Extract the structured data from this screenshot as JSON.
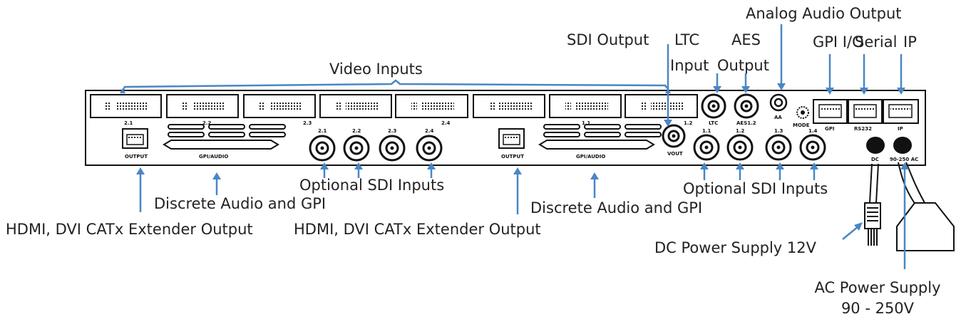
{
  "colors": {
    "accent": "#4a86c5",
    "outline": "#111111",
    "panel": "#ffffff"
  },
  "callouts": {
    "analog_audio_output": "Analog Audio Output",
    "sdi_output": "SDI Output",
    "ltc_input_line1": "LTC",
    "ltc_input_line2": "Input",
    "aes_output_line1": "AES",
    "aes_output_line2": "Output",
    "gpi_io": "GPI I/O",
    "serial": "Serial",
    "ip": "IP",
    "video_inputs": "Video Inputs",
    "optional_sdi_inputs_left": "Optional SDI Inputs",
    "optional_sdi_inputs_right": "Optional SDI Inputs",
    "discrete_audio_gpi_left": "Discrete Audio and GPI",
    "discrete_audio_gpi_right": "Discrete Audio and GPI",
    "hdmi_dvi_output_left": "HDMI, DVI CATx Extender Output",
    "hdmi_dvi_output_right": "HDMI, DVI CATx Extender Output",
    "dc_power_supply": "DC Power Supply 12V",
    "ac_power_supply_line1": "AC Power Supply",
    "ac_power_supply_line2": "90 - 250V"
  },
  "panel_labels": {
    "dvi_21": "2.1",
    "dvi_22": "2.2",
    "dvi_23": "2.3",
    "dvi_24": "2.4",
    "dvi_11": "1.1",
    "dvi_12": "1.2",
    "output_left": "OUTPUT",
    "gpi_audio_left": "GPI/AUDIO",
    "bnc_21": "2.1",
    "bnc_22": "2.2",
    "bnc_23": "2.3",
    "bnc_24": "2.4",
    "output_right": "OUTPUT",
    "gpi_audio_right": "GPI/AUDIO",
    "vout": "VOUT",
    "bnc_11": "1.1",
    "bnc_12": "1.2",
    "bnc_13": "1.3",
    "bnc_14": "1.4",
    "ltc": "LTC",
    "aes": "AES1.2",
    "aa": "AA",
    "mode": "MODE",
    "gpi": "GPI",
    "rs232": "RS232",
    "ip": "IP",
    "dc": "DC",
    "ac": "90-250 AC"
  }
}
